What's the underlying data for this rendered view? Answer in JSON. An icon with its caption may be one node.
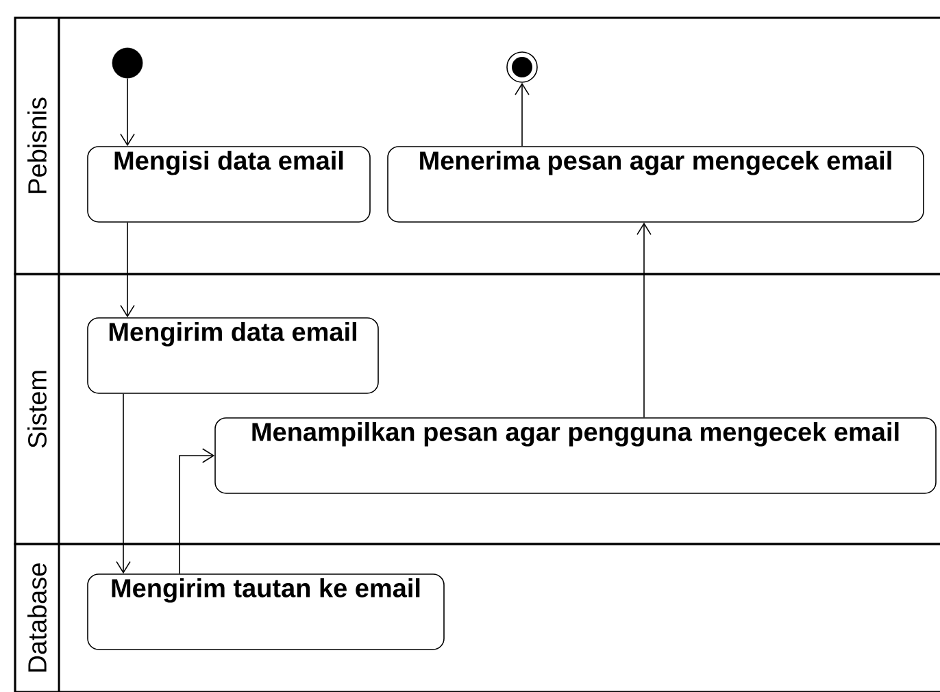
{
  "diagram": {
    "nodes": [
      {
        "text": [
          "Pebisnis"
        ]
      },
      {
        "text": [],
        "shape": "circle",
        "in": 0
      },
      {
        "text": [],
        "shape": "bullseye",
        "in": 0
      },
      {
        "text": [
          "Mengisi data email"
        ],
        "in": 0
      },
      {
        "text": [
          "Menerima pesan agar mengecek email"
        ],
        "in": 0
      },
      {
        "text": [
          "Sistem"
        ]
      },
      {
        "text": [
          "Mengirim data email"
        ],
        "in": 5
      },
      {
        "text": [
          "Menampilkan pesan agar pengguna mengecek email"
        ],
        "in": 5
      },
      {
        "text": [
          "Database"
        ]
      },
      {
        "text": [
          "Mengirim tautan ke email"
        ],
        "in": 8
      }
    ],
    "edges": [
      {
        "from": 1,
        "to": 3,
        "arrow": "to"
      },
      {
        "from": 3,
        "to": 6,
        "arrow": "to"
      },
      {
        "from": 6,
        "to": 9,
        "arrow": "to"
      },
      {
        "from": 9,
        "to": 7,
        "arrow": "to"
      },
      {
        "from": 7,
        "to": 4,
        "arrow": "to"
      },
      {
        "from": 4,
        "to": 2,
        "arrow": "to"
      }
    ]
  }
}
